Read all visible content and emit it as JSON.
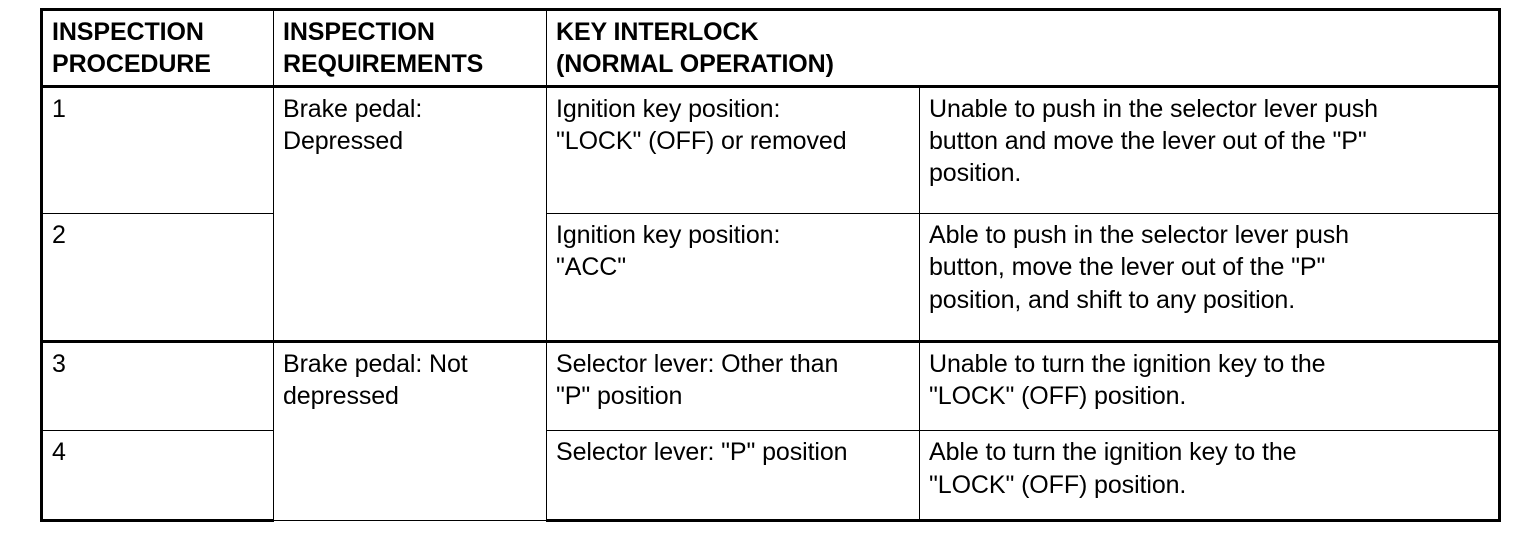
{
  "table": {
    "headers": [
      {
        "id": "inspection-procedure",
        "label": "INSPECTION\nPROCEDURE"
      },
      {
        "id": "inspection-requirements",
        "label": "INSPECTION\nREQUIREMENTS"
      },
      {
        "id": "key-interlock",
        "label": "KEY INTERLOCK\n(NORMAL OPERATION)"
      }
    ],
    "header_lines": {
      "h1_line1": "INSPECTION",
      "h1_line2": "PROCEDURE",
      "h2_line1": "INSPECTION",
      "h2_line2": "REQUIREMENTS",
      "h3_line1": "KEY INTERLOCK",
      "h3_line2": "(NORMAL OPERATION)"
    },
    "rows": [
      {
        "procedure": "1",
        "requirement_line1": "Brake pedal:",
        "requirement_line2": "Depressed",
        "condition_line1": "Ignition key position:",
        "condition_line2": "\"LOCK\" (OFF) or removed",
        "result_line1": "Unable to push in the selector lever push",
        "result_line2": "button and move the lever out of the \"P\"",
        "result_line3": "position."
      },
      {
        "procedure": "2",
        "condition_line1": "Ignition key position:",
        "condition_line2": "\"ACC\"",
        "result_line1": "Able to push in the selector lever push",
        "result_line2": "button, move the lever out of the \"P\"",
        "result_line3": "position, and shift to any position."
      },
      {
        "procedure": "3",
        "requirement_line1": "Brake pedal: Not",
        "requirement_line2": "depressed",
        "condition_line1": "Selector lever: Other than",
        "condition_line2": "\"P\" position",
        "result_line1": "Unable to turn the ignition key to the",
        "result_line2": "\"LOCK\" (OFF) position."
      },
      {
        "procedure": "4",
        "condition_line1": "Selector lever: \"P\" position",
        "condition_line2": "",
        "result_line1": "Able to turn the ignition key to the",
        "result_line2": "\"LOCK\" (OFF) position."
      }
    ]
  },
  "colors": {
    "border": "#000000",
    "text": "#000000",
    "background": "#ffffff"
  }
}
